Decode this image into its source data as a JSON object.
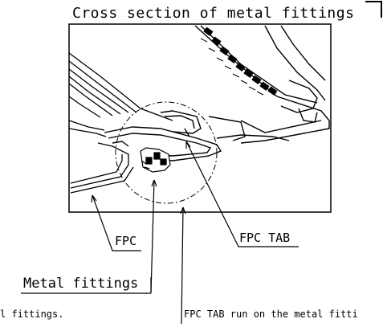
{
  "title": "Cross section of metal fittings",
  "labels": {
    "fpc": "FPC",
    "fpc_tab": "FPC TAB",
    "metal_fittings": "Metal fittings"
  },
  "notes": {
    "left": "l fittings.",
    "right": "FPC TAB run on the metal fitti"
  },
  "colors": {
    "line": "#000000",
    "background": "#ffffff",
    "hatch": "#000000"
  }
}
